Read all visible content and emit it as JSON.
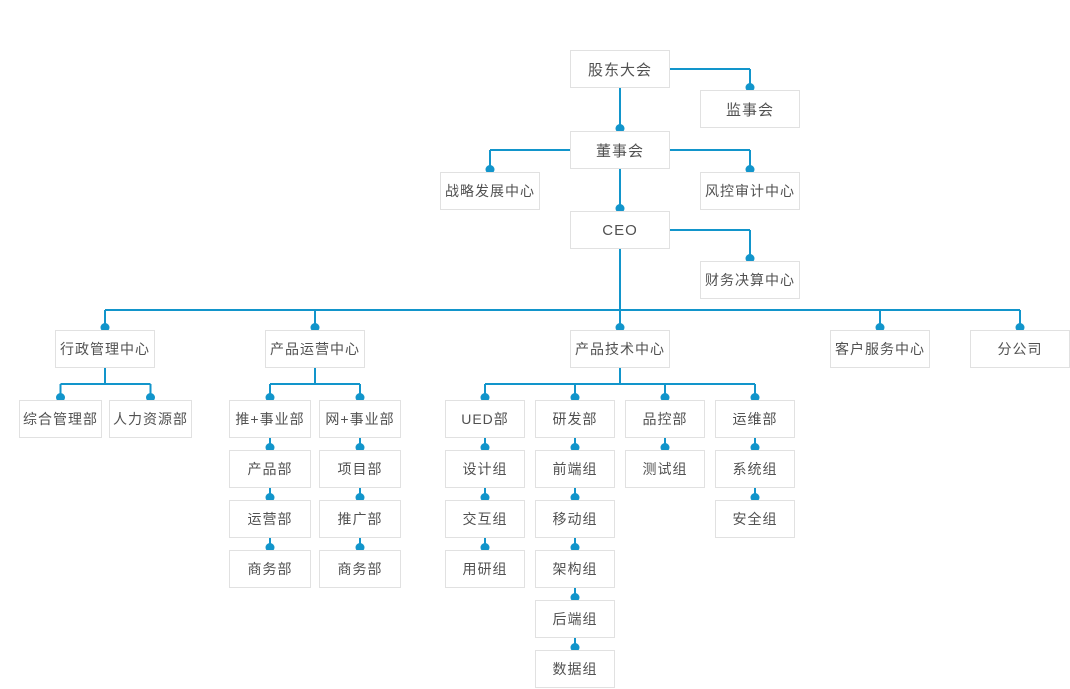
{
  "colors": {
    "line": "#1295cb",
    "box_border": "#e1e1e1",
    "box_bg": "#ffffff",
    "text": "#515151"
  },
  "nodes": {
    "gudong": "股东大会",
    "jianshihui": "监事会",
    "dongshihui": "董事会",
    "zhanlue": "战略发展中心",
    "fengkong": "风控审计中心",
    "ceo": "CEO",
    "caiwu": "财务决算中心",
    "admin": "行政管理中心",
    "ops": "产品运营中心",
    "tech": "产品技术中心",
    "service": "客户服务中心",
    "branch": "分公司",
    "zonghe": "综合管理部",
    "renli": "人力资源部",
    "tui": "推+事业部",
    "wang": "网+事业部",
    "chanpin": "产品部",
    "xiangmu": "项目部",
    "yunying": "运营部",
    "tuiguang": "推广部",
    "shangwu1": "商务部",
    "shangwu2": "商务部",
    "ued": "UED部",
    "yanfa": "研发部",
    "pinkong": "品控部",
    "yunwei": "运维部",
    "sheji": "设计组",
    "jiaohu": "交互组",
    "yongyan": "用研组",
    "qianduan": "前端组",
    "yidong": "移动组",
    "jiagou": "架构组",
    "houduan": "后端组",
    "shuju": "数据组",
    "ceshi": "测试组",
    "xitong": "系统组",
    "anquan": "安全组"
  },
  "org": {
    "edges": [
      {
        "from": "gudong",
        "to": [
          "dongshihui"
        ],
        "type": "down"
      },
      {
        "from": "gudong",
        "to": [
          "jianshihui"
        ],
        "type": "side-right"
      },
      {
        "from": "dongshihui",
        "to": [
          "zhanlue"
        ],
        "type": "side-left"
      },
      {
        "from": "dongshihui",
        "to": [
          "fengkong"
        ],
        "type": "side-right"
      },
      {
        "from": "dongshihui",
        "to": [
          "ceo"
        ],
        "type": "down"
      },
      {
        "from": "ceo",
        "to": [
          "caiwu"
        ],
        "type": "side-right"
      },
      {
        "from": "ceo",
        "to": [
          "admin",
          "ops",
          "tech",
          "service",
          "branch"
        ],
        "type": "down",
        "busY": 310
      },
      {
        "from": "admin",
        "to": [
          "zonghe",
          "renli"
        ],
        "type": "down"
      },
      {
        "from": "ops",
        "to": [
          "tui",
          "wang"
        ],
        "type": "down"
      },
      {
        "from": "tui",
        "to": [
          "chanpin"
        ],
        "type": "down"
      },
      {
        "from": "chanpin",
        "to": [
          "yunying"
        ],
        "type": "down"
      },
      {
        "from": "yunying",
        "to": [
          "shangwu1"
        ],
        "type": "down"
      },
      {
        "from": "wang",
        "to": [
          "xiangmu"
        ],
        "type": "down"
      },
      {
        "from": "xiangmu",
        "to": [
          "tuiguang"
        ],
        "type": "down"
      },
      {
        "from": "tuiguang",
        "to": [
          "shangwu2"
        ],
        "type": "down"
      },
      {
        "from": "tech",
        "to": [
          "ued",
          "yanfa",
          "pinkong",
          "yunwei"
        ],
        "type": "down"
      },
      {
        "from": "ued",
        "to": [
          "sheji"
        ],
        "type": "down"
      },
      {
        "from": "sheji",
        "to": [
          "jiaohu"
        ],
        "type": "down"
      },
      {
        "from": "jiaohu",
        "to": [
          "yongyan"
        ],
        "type": "down"
      },
      {
        "from": "yanfa",
        "to": [
          "qianduan"
        ],
        "type": "down"
      },
      {
        "from": "qianduan",
        "to": [
          "yidong"
        ],
        "type": "down"
      },
      {
        "from": "yidong",
        "to": [
          "jiagou"
        ],
        "type": "down"
      },
      {
        "from": "jiagou",
        "to": [
          "houduan"
        ],
        "type": "down"
      },
      {
        "from": "houduan",
        "to": [
          "shuju"
        ],
        "type": "down"
      },
      {
        "from": "pinkong",
        "to": [
          "ceshi"
        ],
        "type": "down"
      },
      {
        "from": "yunwei",
        "to": [
          "xitong"
        ],
        "type": "down"
      },
      {
        "from": "xitong",
        "to": [
          "anquan"
        ],
        "type": "down"
      }
    ]
  }
}
